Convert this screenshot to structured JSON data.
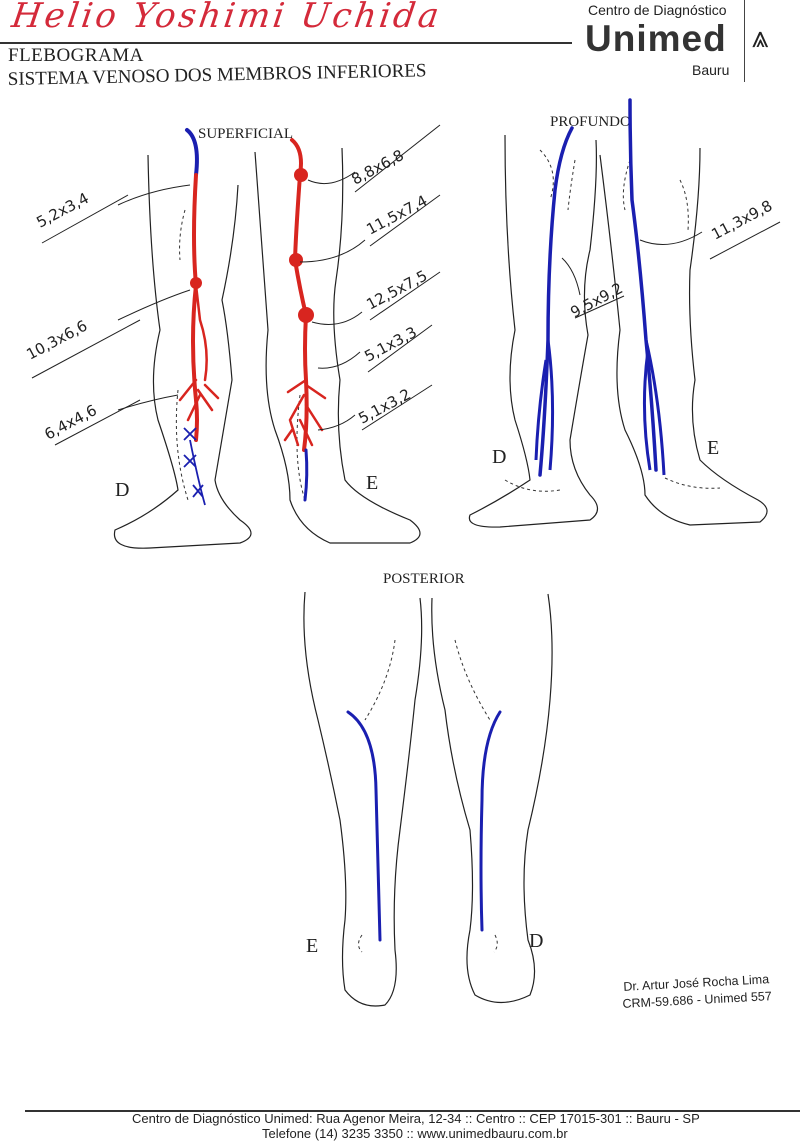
{
  "header": {
    "patient_name": "Helio Yoshimi Uchida",
    "title": "FLEBOGRAMA",
    "subtitle": "SISTEMA VENOSO DOS MEMBROS INFERIORES"
  },
  "logo": {
    "top_text": "Centro de Diagnóstico",
    "brand": "Unimed",
    "city": "Bauru"
  },
  "diagrams": {
    "superficial": {
      "label": "SUPERFICIAL",
      "right_side": "D",
      "left_side": "E",
      "right_measurements": [
        "5,2x3,4",
        "10,3x6,6",
        "6,4x4,6"
      ],
      "left_measurements": [
        "8,8x6,8",
        "11,5x7,4",
        "12,5x7,5",
        "5,1x3,3",
        "5,1x3,2"
      ]
    },
    "profundo": {
      "label": "PROFUNDO",
      "right_side": "D",
      "left_side": "E",
      "measurements": [
        "9,5x9,2",
        "11,3x9,8"
      ]
    },
    "posterior": {
      "label": "POSTERIOR",
      "left_side": "E",
      "right_side": "D"
    }
  },
  "signature": {
    "doctor": "Dr. Artur José Rocha Lima",
    "crm": "CRM-59.686 - Unimed 557"
  },
  "footer": {
    "address": "Centro de Diagnóstico Unimed: Rua Agenor Meira, 12-34 :: Centro :: CEP 17015-301 :: Bauru - SP",
    "contact": "Telefone (14) 3235 3350 :: www.unimedbauru.com.br"
  },
  "colors": {
    "superficial_vein": "#d8251f",
    "deep_vein": "#1a1fb0"
  }
}
